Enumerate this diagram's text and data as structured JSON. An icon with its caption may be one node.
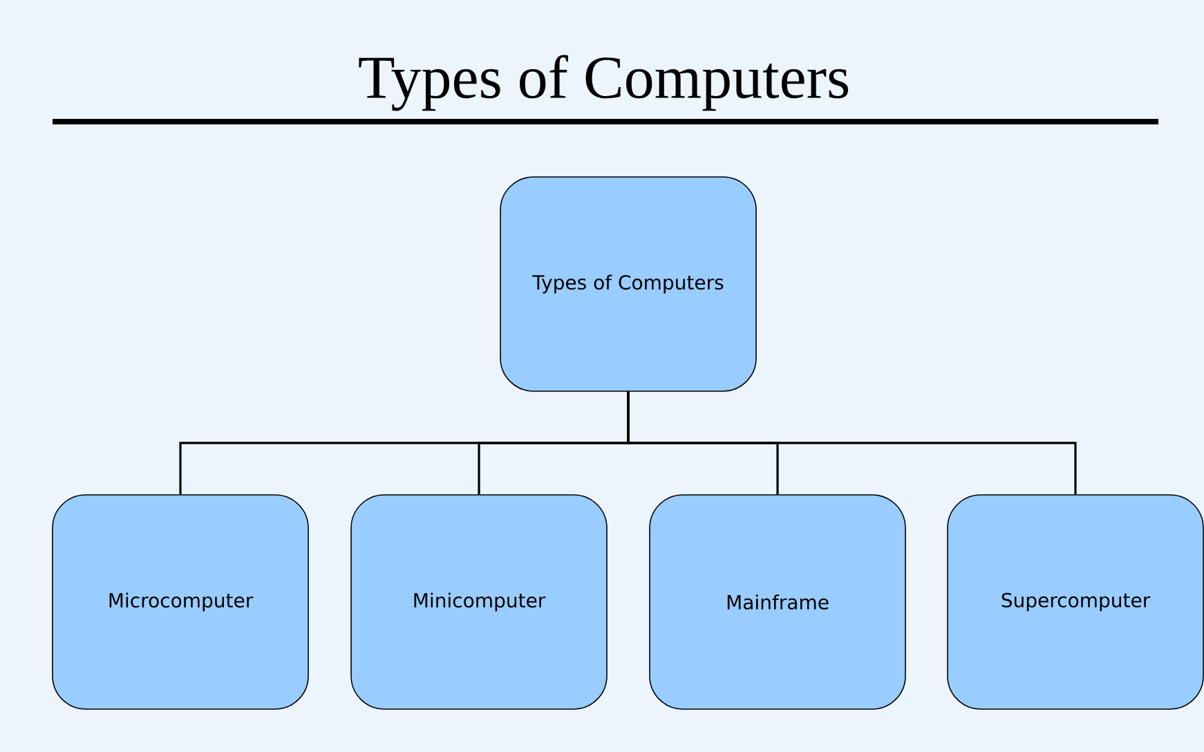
{
  "diagram": {
    "title": "Types of Computers",
    "nodes": [
      {
        "text": [
          "Types of Computers"
        ]
      },
      {
        "text": [
          "Microcomputer"
        ]
      },
      {
        "text": [
          "Minicomputer"
        ]
      },
      {
        "text": [
          "Mainframe"
        ]
      },
      {
        "text": [
          "Supercomputer"
        ]
      }
    ],
    "edges": [
      {
        "from": 0,
        "to": 1,
        "arrow": "none"
      },
      {
        "from": 0,
        "to": 2,
        "arrow": "none"
      },
      {
        "from": 0,
        "to": 3,
        "arrow": "none"
      },
      {
        "from": 0,
        "to": 4,
        "arrow": "none"
      }
    ]
  }
}
